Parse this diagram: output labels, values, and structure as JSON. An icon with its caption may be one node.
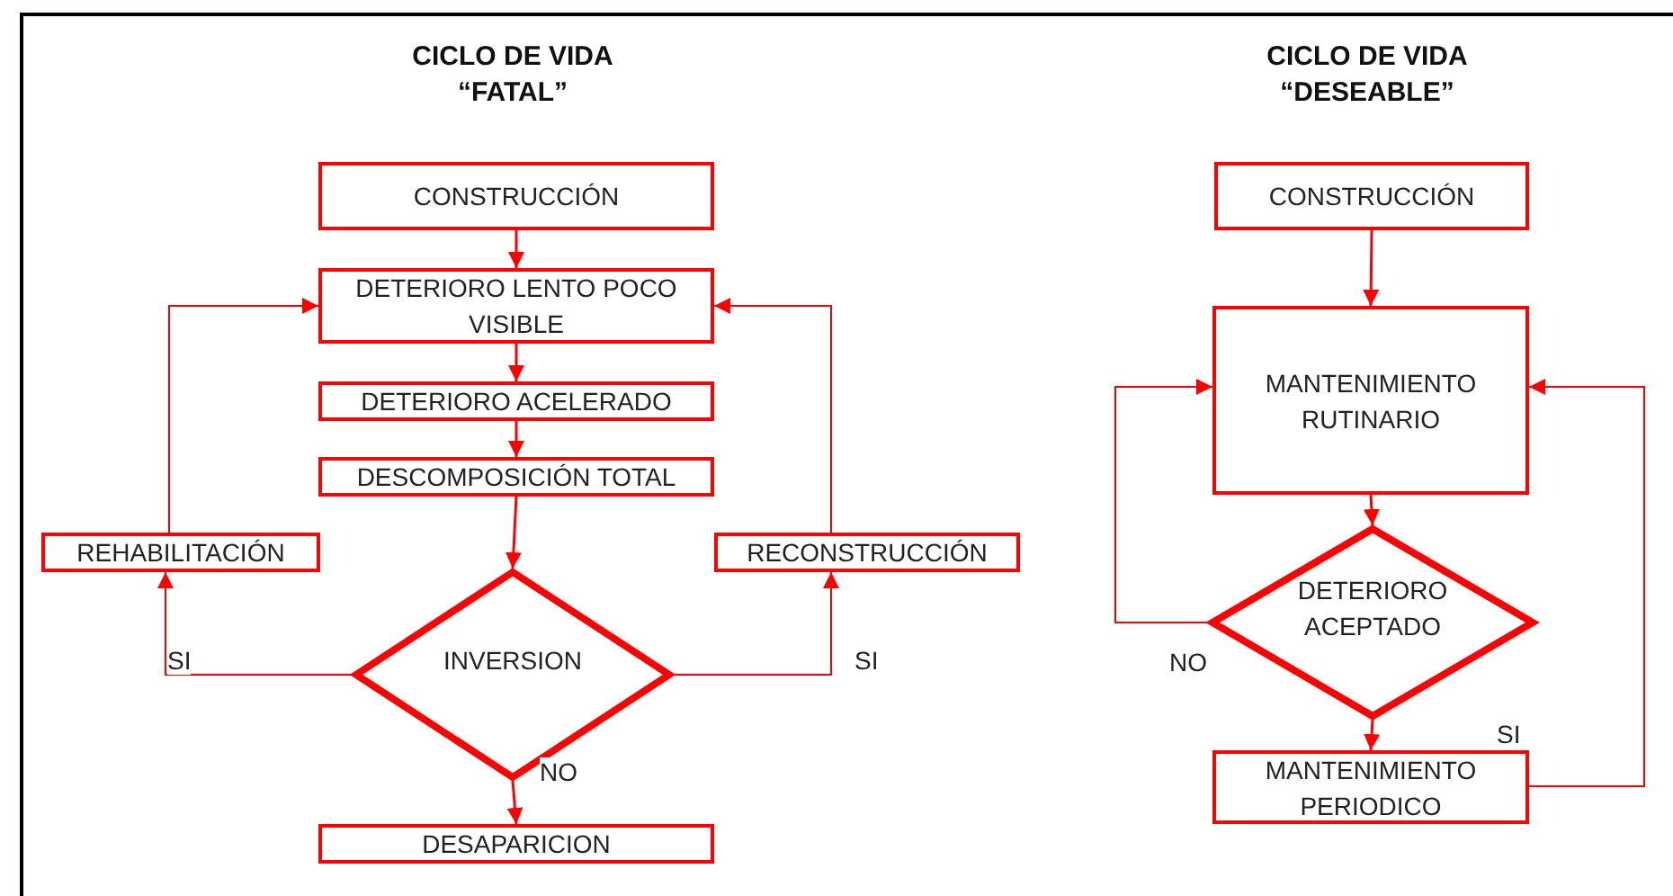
{
  "diagram": {
    "nodes": [
      {
        "text": [
          "CONSTRUCCIÓN"
        ]
      },
      {
        "text": [
          "DETERIORO LENTO POCO VISIBLE"
        ]
      },
      {
        "text": [
          "DETERIORO ACELERADO"
        ]
      },
      {
        "text": [
          "DESCOMPOSICIÓN TOTAL"
        ]
      },
      {
        "text": [
          "REHABILITACIÓN"
        ]
      },
      {
        "text": [
          "INVERSION"
        ]
      },
      {
        "text": [
          "RECONSTRUCCIÓN"
        ]
      },
      {
        "text": [
          "DESAPARICION"
        ]
      },
      {
        "text": [
          "CONSTRUCCIÓN"
        ]
      },
      {
        "text": [
          "MANTENIMIENTO RUTINARIO"
        ]
      },
      {
        "text": [
          "DETERIORO ACEPTADO"
        ]
      },
      {
        "text": [
          "MANTENIMIENTO PERIODICO"
        ]
      }
    ],
    "edges": [
      {
        "from": 0,
        "to": 1,
        "arrow": "to"
      },
      {
        "from": 1,
        "to": 2,
        "arrow": "to"
      },
      {
        "from": 2,
        "to": 3,
        "arrow": "to"
      },
      {
        "from": 3,
        "to": 5,
        "arrow": "to"
      },
      {
        "from": 5,
        "to": 4,
        "arrow": "to",
        "label": "SI"
      },
      {
        "from": 4,
        "to": 1,
        "arrow": "to"
      },
      {
        "from": 5,
        "to": 6,
        "arrow": "to",
        "label": "SI"
      },
      {
        "from": 6,
        "to": 1,
        "arrow": "to"
      },
      {
        "from": 5,
        "to": 7,
        "arrow": "to",
        "label": "NO"
      },
      {
        "from": 8,
        "to": 9,
        "arrow": "to"
      },
      {
        "from": 9,
        "to": 10,
        "arrow": "to"
      },
      {
        "from": 10,
        "to": 9,
        "arrow": "to",
        "label": "NO"
      },
      {
        "from": 10,
        "to": 11,
        "arrow": "to",
        "label": "SI"
      },
      {
        "from": 11,
        "to": 9,
        "arrow": "to"
      }
    ],
    "labels": [
      "CICLO DE VIDA “FATAL”",
      "CICLO DE VIDA “DESEABLE”"
    ]
  }
}
